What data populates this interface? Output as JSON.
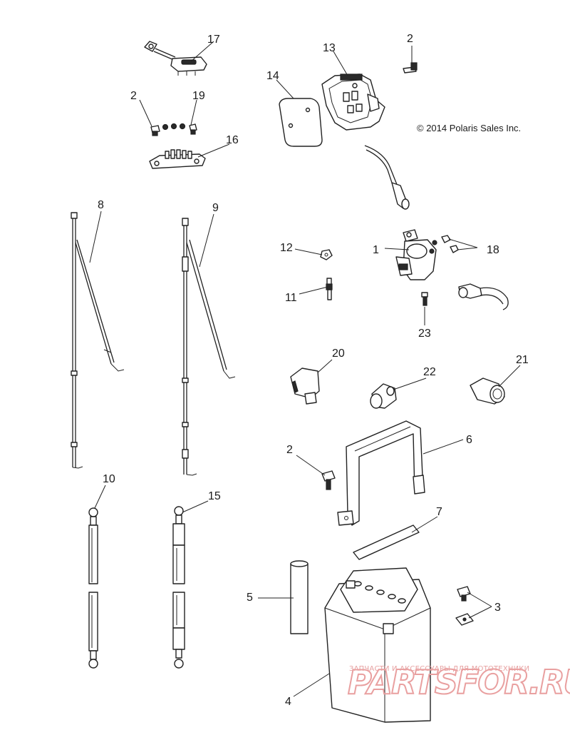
{
  "copyright": "© 2014 Polaris Sales Inc.",
  "watermark": {
    "tagline": "ЗАПЧАСТИ И АКСЕССУАРЫ ДЛЯ МОТОТЕХНИКИ",
    "brand": "PARTSFOR.RU"
  },
  "callouts": {
    "c1": "1",
    "c2a": "2",
    "c2b": "2",
    "c2c": "2",
    "c3": "3",
    "c4": "4",
    "c5": "5",
    "c6": "6",
    "c7": "7",
    "c8": "8",
    "c9": "9",
    "c10": "10",
    "c11": "11",
    "c12": "12",
    "c13": "13",
    "c14": "14",
    "c15": "15",
    "c16": "16",
    "c17": "17",
    "c18": "18",
    "c19": "19",
    "c20": "20",
    "c21": "21",
    "c22": "22",
    "c23": "23"
  }
}
